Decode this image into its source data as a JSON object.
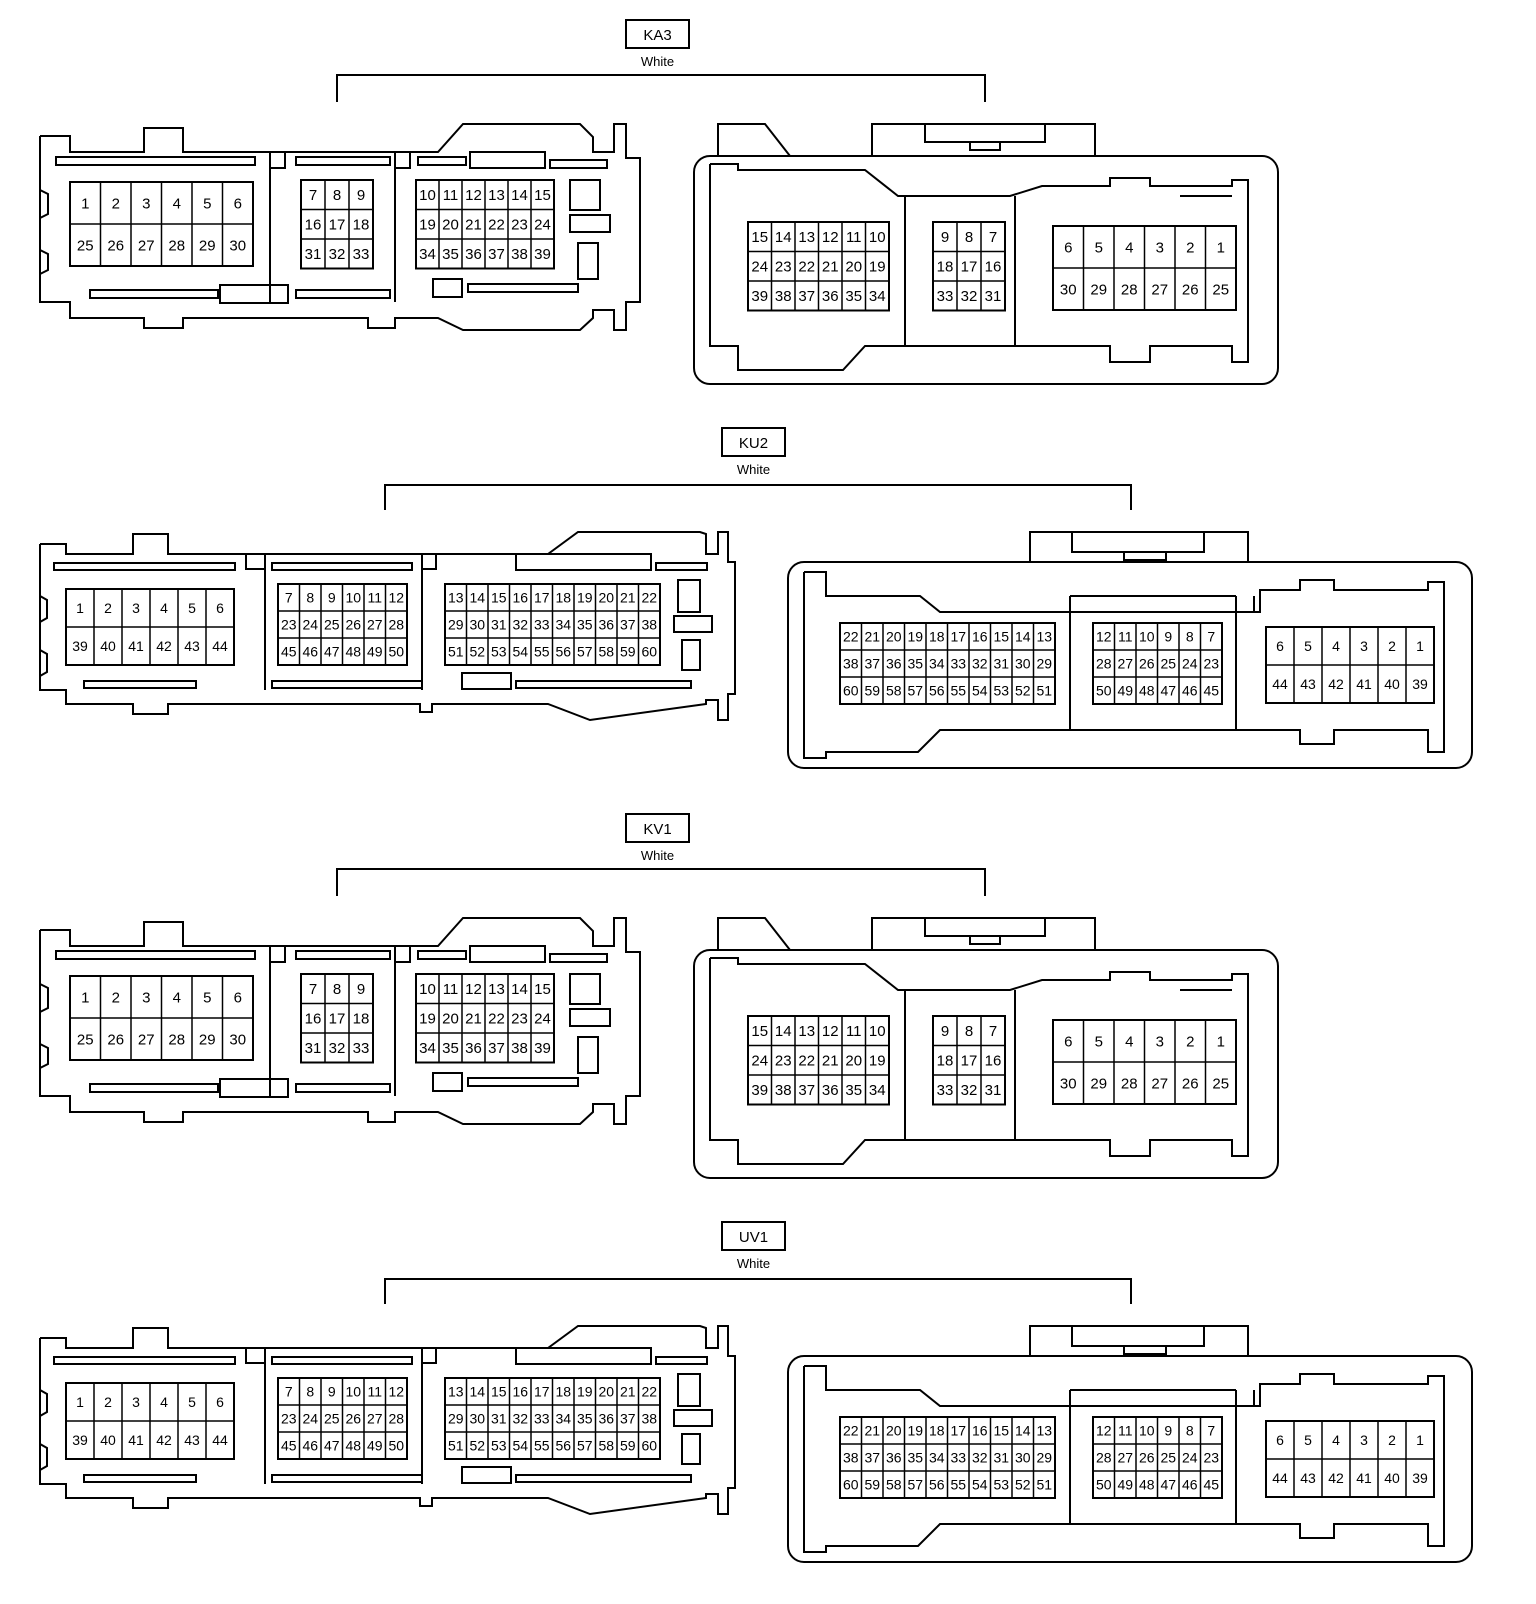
{
  "connectors": [
    {
      "id": "KA3",
      "color": "White",
      "variant": "small",
      "left_blocks": [
        {
          "rows": [
            [
              "1",
              "2",
              "3",
              "4",
              "5",
              "6"
            ],
            [
              "25",
              "26",
              "27",
              "28",
              "29",
              "30"
            ]
          ]
        },
        {
          "rows": [
            [
              "7",
              "8",
              "9"
            ],
            [
              "16",
              "17",
              "18"
            ],
            [
              "31",
              "32",
              "33"
            ]
          ]
        },
        {
          "rows": [
            [
              "10",
              "11",
              "12",
              "13",
              "14",
              "15"
            ],
            [
              "19",
              "20",
              "21",
              "22",
              "23",
              "24"
            ],
            [
              "34",
              "35",
              "36",
              "37",
              "38",
              "39"
            ]
          ]
        }
      ],
      "right_blocks": [
        {
          "rows": [
            [
              "15",
              "14",
              "13",
              "12",
              "11",
              "10"
            ],
            [
              "24",
              "23",
              "22",
              "21",
              "20",
              "19"
            ],
            [
              "39",
              "38",
              "37",
              "36",
              "35",
              "34"
            ]
          ]
        },
        {
          "rows": [
            [
              "9",
              "8",
              "7"
            ],
            [
              "18",
              "17",
              "16"
            ],
            [
              "33",
              "32",
              "31"
            ]
          ]
        },
        {
          "rows": [
            [
              "6",
              "5",
              "4",
              "3",
              "2",
              "1"
            ],
            [
              "30",
              "29",
              "28",
              "27",
              "26",
              "25"
            ]
          ]
        }
      ]
    },
    {
      "id": "KU2",
      "color": "White",
      "variant": "large",
      "left_blocks": [
        {
          "rows": [
            [
              "1",
              "2",
              "3",
              "4",
              "5",
              "6"
            ],
            [
              "39",
              "40",
              "41",
              "42",
              "43",
              "44"
            ]
          ]
        },
        {
          "rows": [
            [
              "7",
              "8",
              "9",
              "10",
              "11",
              "12"
            ],
            [
              "23",
              "24",
              "25",
              "26",
              "27",
              "28"
            ],
            [
              "45",
              "46",
              "47",
              "48",
              "49",
              "50"
            ]
          ]
        },
        {
          "rows": [
            [
              "13",
              "14",
              "15",
              "16",
              "17",
              "18",
              "19",
              "20",
              "21",
              "22"
            ],
            [
              "29",
              "30",
              "31",
              "32",
              "33",
              "34",
              "35",
              "36",
              "37",
              "38"
            ],
            [
              "51",
              "52",
              "53",
              "54",
              "55",
              "56",
              "57",
              "58",
              "59",
              "60"
            ]
          ]
        }
      ],
      "right_blocks": [
        {
          "rows": [
            [
              "22",
              "21",
              "20",
              "19",
              "18",
              "17",
              "16",
              "15",
              "14",
              "13"
            ],
            [
              "38",
              "37",
              "36",
              "35",
              "34",
              "33",
              "32",
              "31",
              "30",
              "29"
            ],
            [
              "60",
              "59",
              "58",
              "57",
              "56",
              "55",
              "54",
              "53",
              "52",
              "51"
            ]
          ]
        },
        {
          "rows": [
            [
              "12",
              "11",
              "10",
              "9",
              "8",
              "7"
            ],
            [
              "28",
              "27",
              "26",
              "25",
              "24",
              "23"
            ],
            [
              "50",
              "49",
              "48",
              "47",
              "46",
              "45"
            ]
          ]
        },
        {
          "rows": [
            [
              "6",
              "5",
              "4",
              "3",
              "2",
              "1"
            ],
            [
              "44",
              "43",
              "42",
              "41",
              "40",
              "39"
            ]
          ]
        }
      ]
    },
    {
      "id": "KV1",
      "color": "White",
      "variant": "small",
      "left_blocks": [
        {
          "rows": [
            [
              "1",
              "2",
              "3",
              "4",
              "5",
              "6"
            ],
            [
              "25",
              "26",
              "27",
              "28",
              "29",
              "30"
            ]
          ]
        },
        {
          "rows": [
            [
              "7",
              "8",
              "9"
            ],
            [
              "16",
              "17",
              "18"
            ],
            [
              "31",
              "32",
              "33"
            ]
          ]
        },
        {
          "rows": [
            [
              "10",
              "11",
              "12",
              "13",
              "14",
              "15"
            ],
            [
              "19",
              "20",
              "21",
              "22",
              "23",
              "24"
            ],
            [
              "34",
              "35",
              "36",
              "37",
              "38",
              "39"
            ]
          ]
        }
      ],
      "right_blocks": [
        {
          "rows": [
            [
              "15",
              "14",
              "13",
              "12",
              "11",
              "10"
            ],
            [
              "24",
              "23",
              "22",
              "21",
              "20",
              "19"
            ],
            [
              "39",
              "38",
              "37",
              "36",
              "35",
              "34"
            ]
          ]
        },
        {
          "rows": [
            [
              "9",
              "8",
              "7"
            ],
            [
              "18",
              "17",
              "16"
            ],
            [
              "33",
              "32",
              "31"
            ]
          ]
        },
        {
          "rows": [
            [
              "6",
              "5",
              "4",
              "3",
              "2",
              "1"
            ],
            [
              "30",
              "29",
              "28",
              "27",
              "26",
              "25"
            ]
          ]
        }
      ]
    },
    {
      "id": "UV1",
      "color": "White",
      "variant": "large",
      "left_blocks": [
        {
          "rows": [
            [
              "1",
              "2",
              "3",
              "4",
              "5",
              "6"
            ],
            [
              "39",
              "40",
              "41",
              "42",
              "43",
              "44"
            ]
          ]
        },
        {
          "rows": [
            [
              "7",
              "8",
              "9",
              "10",
              "11",
              "12"
            ],
            [
              "23",
              "24",
              "25",
              "26",
              "27",
              "28"
            ],
            [
              "45",
              "46",
              "47",
              "48",
              "49",
              "50"
            ]
          ]
        },
        {
          "rows": [
            [
              "13",
              "14",
              "15",
              "16",
              "17",
              "18",
              "19",
              "20",
              "21",
              "22"
            ],
            [
              "29",
              "30",
              "31",
              "32",
              "33",
              "34",
              "35",
              "36",
              "37",
              "38"
            ],
            [
              "51",
              "52",
              "53",
              "54",
              "55",
              "56",
              "57",
              "58",
              "59",
              "60"
            ]
          ]
        }
      ],
      "right_blocks": [
        {
          "rows": [
            [
              "22",
              "21",
              "20",
              "19",
              "18",
              "17",
              "16",
              "15",
              "14",
              "13"
            ],
            [
              "38",
              "37",
              "36",
              "35",
              "34",
              "33",
              "32",
              "31",
              "30",
              "29"
            ],
            [
              "60",
              "59",
              "58",
              "57",
              "56",
              "55",
              "54",
              "53",
              "52",
              "51"
            ]
          ]
        },
        {
          "rows": [
            [
              "12",
              "11",
              "10",
              "9",
              "8",
              "7"
            ],
            [
              "28",
              "27",
              "26",
              "25",
              "24",
              "23"
            ],
            [
              "50",
              "49",
              "48",
              "47",
              "46",
              "45"
            ]
          ]
        },
        {
          "rows": [
            [
              "6",
              "5",
              "4",
              "3",
              "2",
              "1"
            ],
            [
              "44",
              "43",
              "42",
              "41",
              "40",
              "39"
            ]
          ]
        }
      ]
    }
  ]
}
